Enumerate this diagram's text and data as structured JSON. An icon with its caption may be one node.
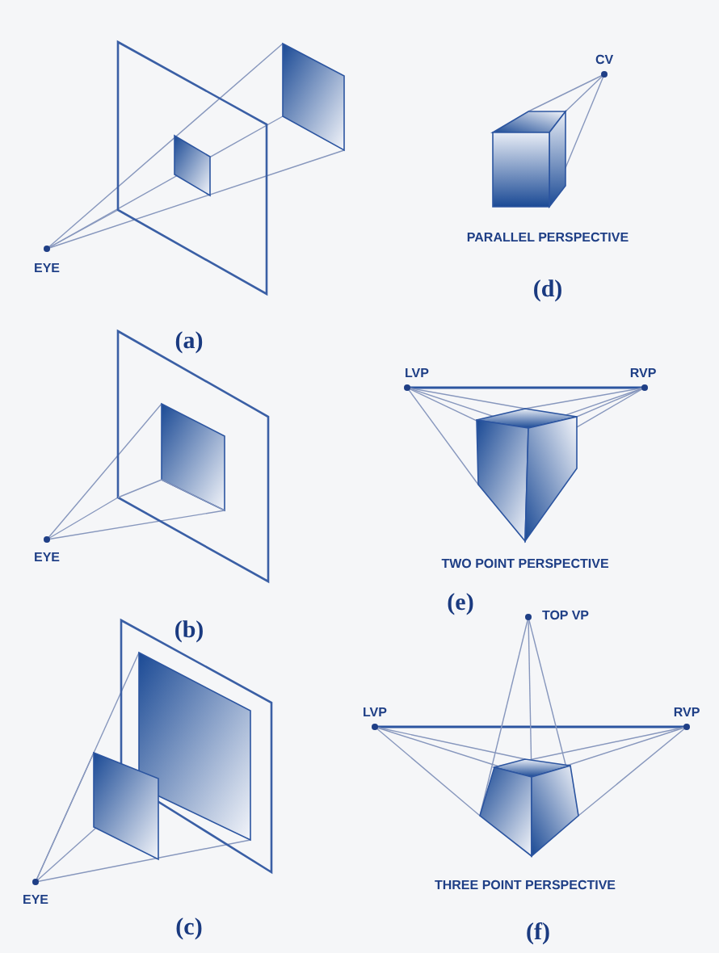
{
  "diagram": {
    "labels": [
      "CV",
      "EYE",
      "(a)",
      "PARALLEL PERSPECTIVE",
      "(d)",
      "LVP",
      "RVP",
      "EYE",
      "(b)",
      "TWO POINT PERSPECTIVE",
      "(e)",
      "TOP VP",
      "LVP",
      "RVP",
      "EYE",
      "(c)",
      "THREE POINT PERSPECTIVE",
      "(f)"
    ]
  }
}
